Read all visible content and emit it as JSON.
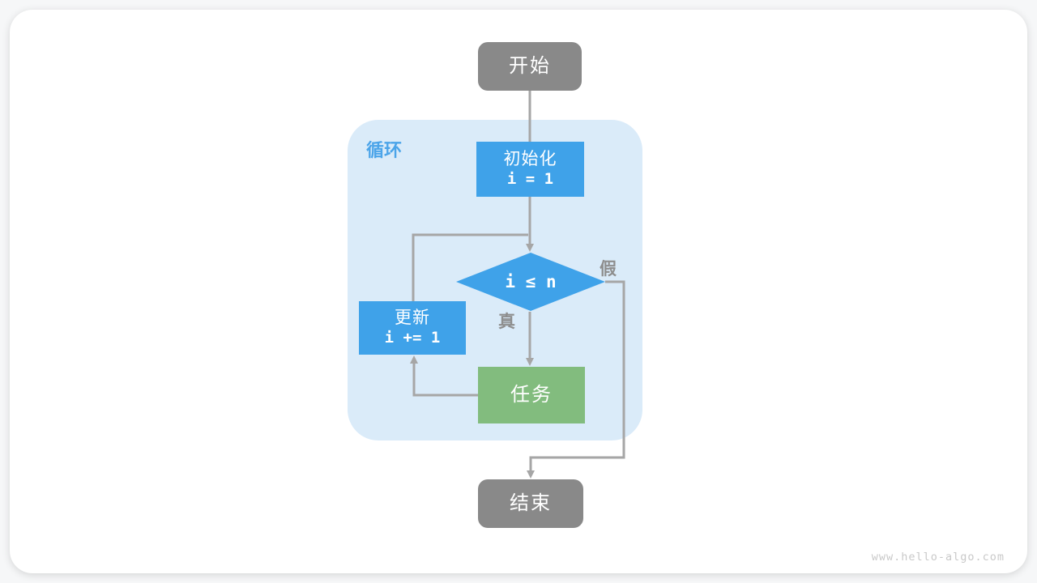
{
  "diagram": {
    "loop_label": "循环",
    "nodes": {
      "start": {
        "label": "开始"
      },
      "init": {
        "title": "初始化",
        "code": "i = 1"
      },
      "condition": {
        "code": "i ≤ n"
      },
      "update": {
        "title": "更新",
        "code": "i += 1"
      },
      "task": {
        "label": "任务"
      },
      "end": {
        "label": "结束"
      }
    },
    "edge_labels": {
      "true": "真",
      "false": "假"
    },
    "colors": {
      "process_blue": "#3FA2E9",
      "task_green": "#82BC7E",
      "terminal_gray": "#898989",
      "loop_bg": "#DAEBF9",
      "loop_label_blue": "#4BA4E9",
      "line_gray": "#A6A6A6",
      "edge_label_gray": "#8E8E8E"
    }
  },
  "watermark": "www.hello-algo.com"
}
